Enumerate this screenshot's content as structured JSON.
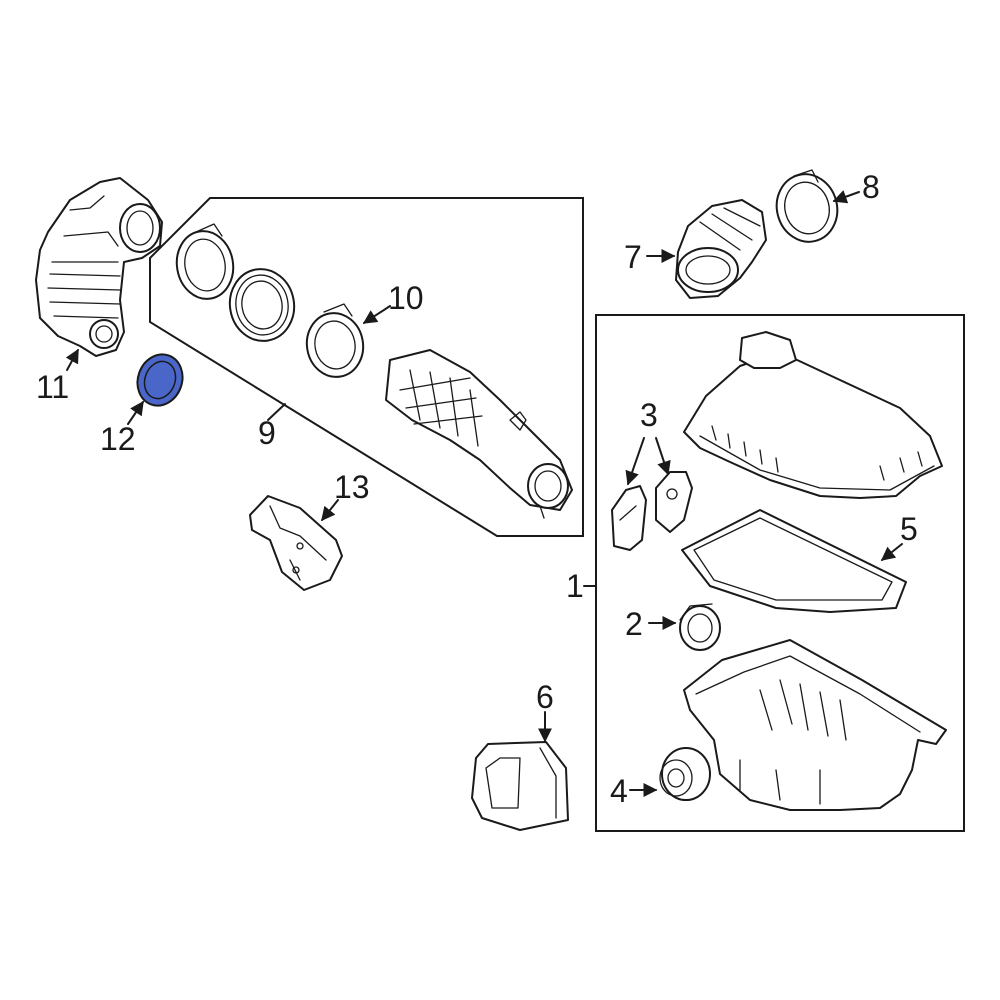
{
  "diagram": {
    "highlight_color": "#4a66c9",
    "callouts": {
      "c1": "1",
      "c2": "2",
      "c3": "3",
      "c4": "4",
      "c5": "5",
      "c6": "6",
      "c7": "7",
      "c8": "8",
      "c9": "9",
      "c10": "10",
      "c11": "11",
      "c12": "12",
      "c13": "13"
    },
    "highlighted_part": "12"
  }
}
